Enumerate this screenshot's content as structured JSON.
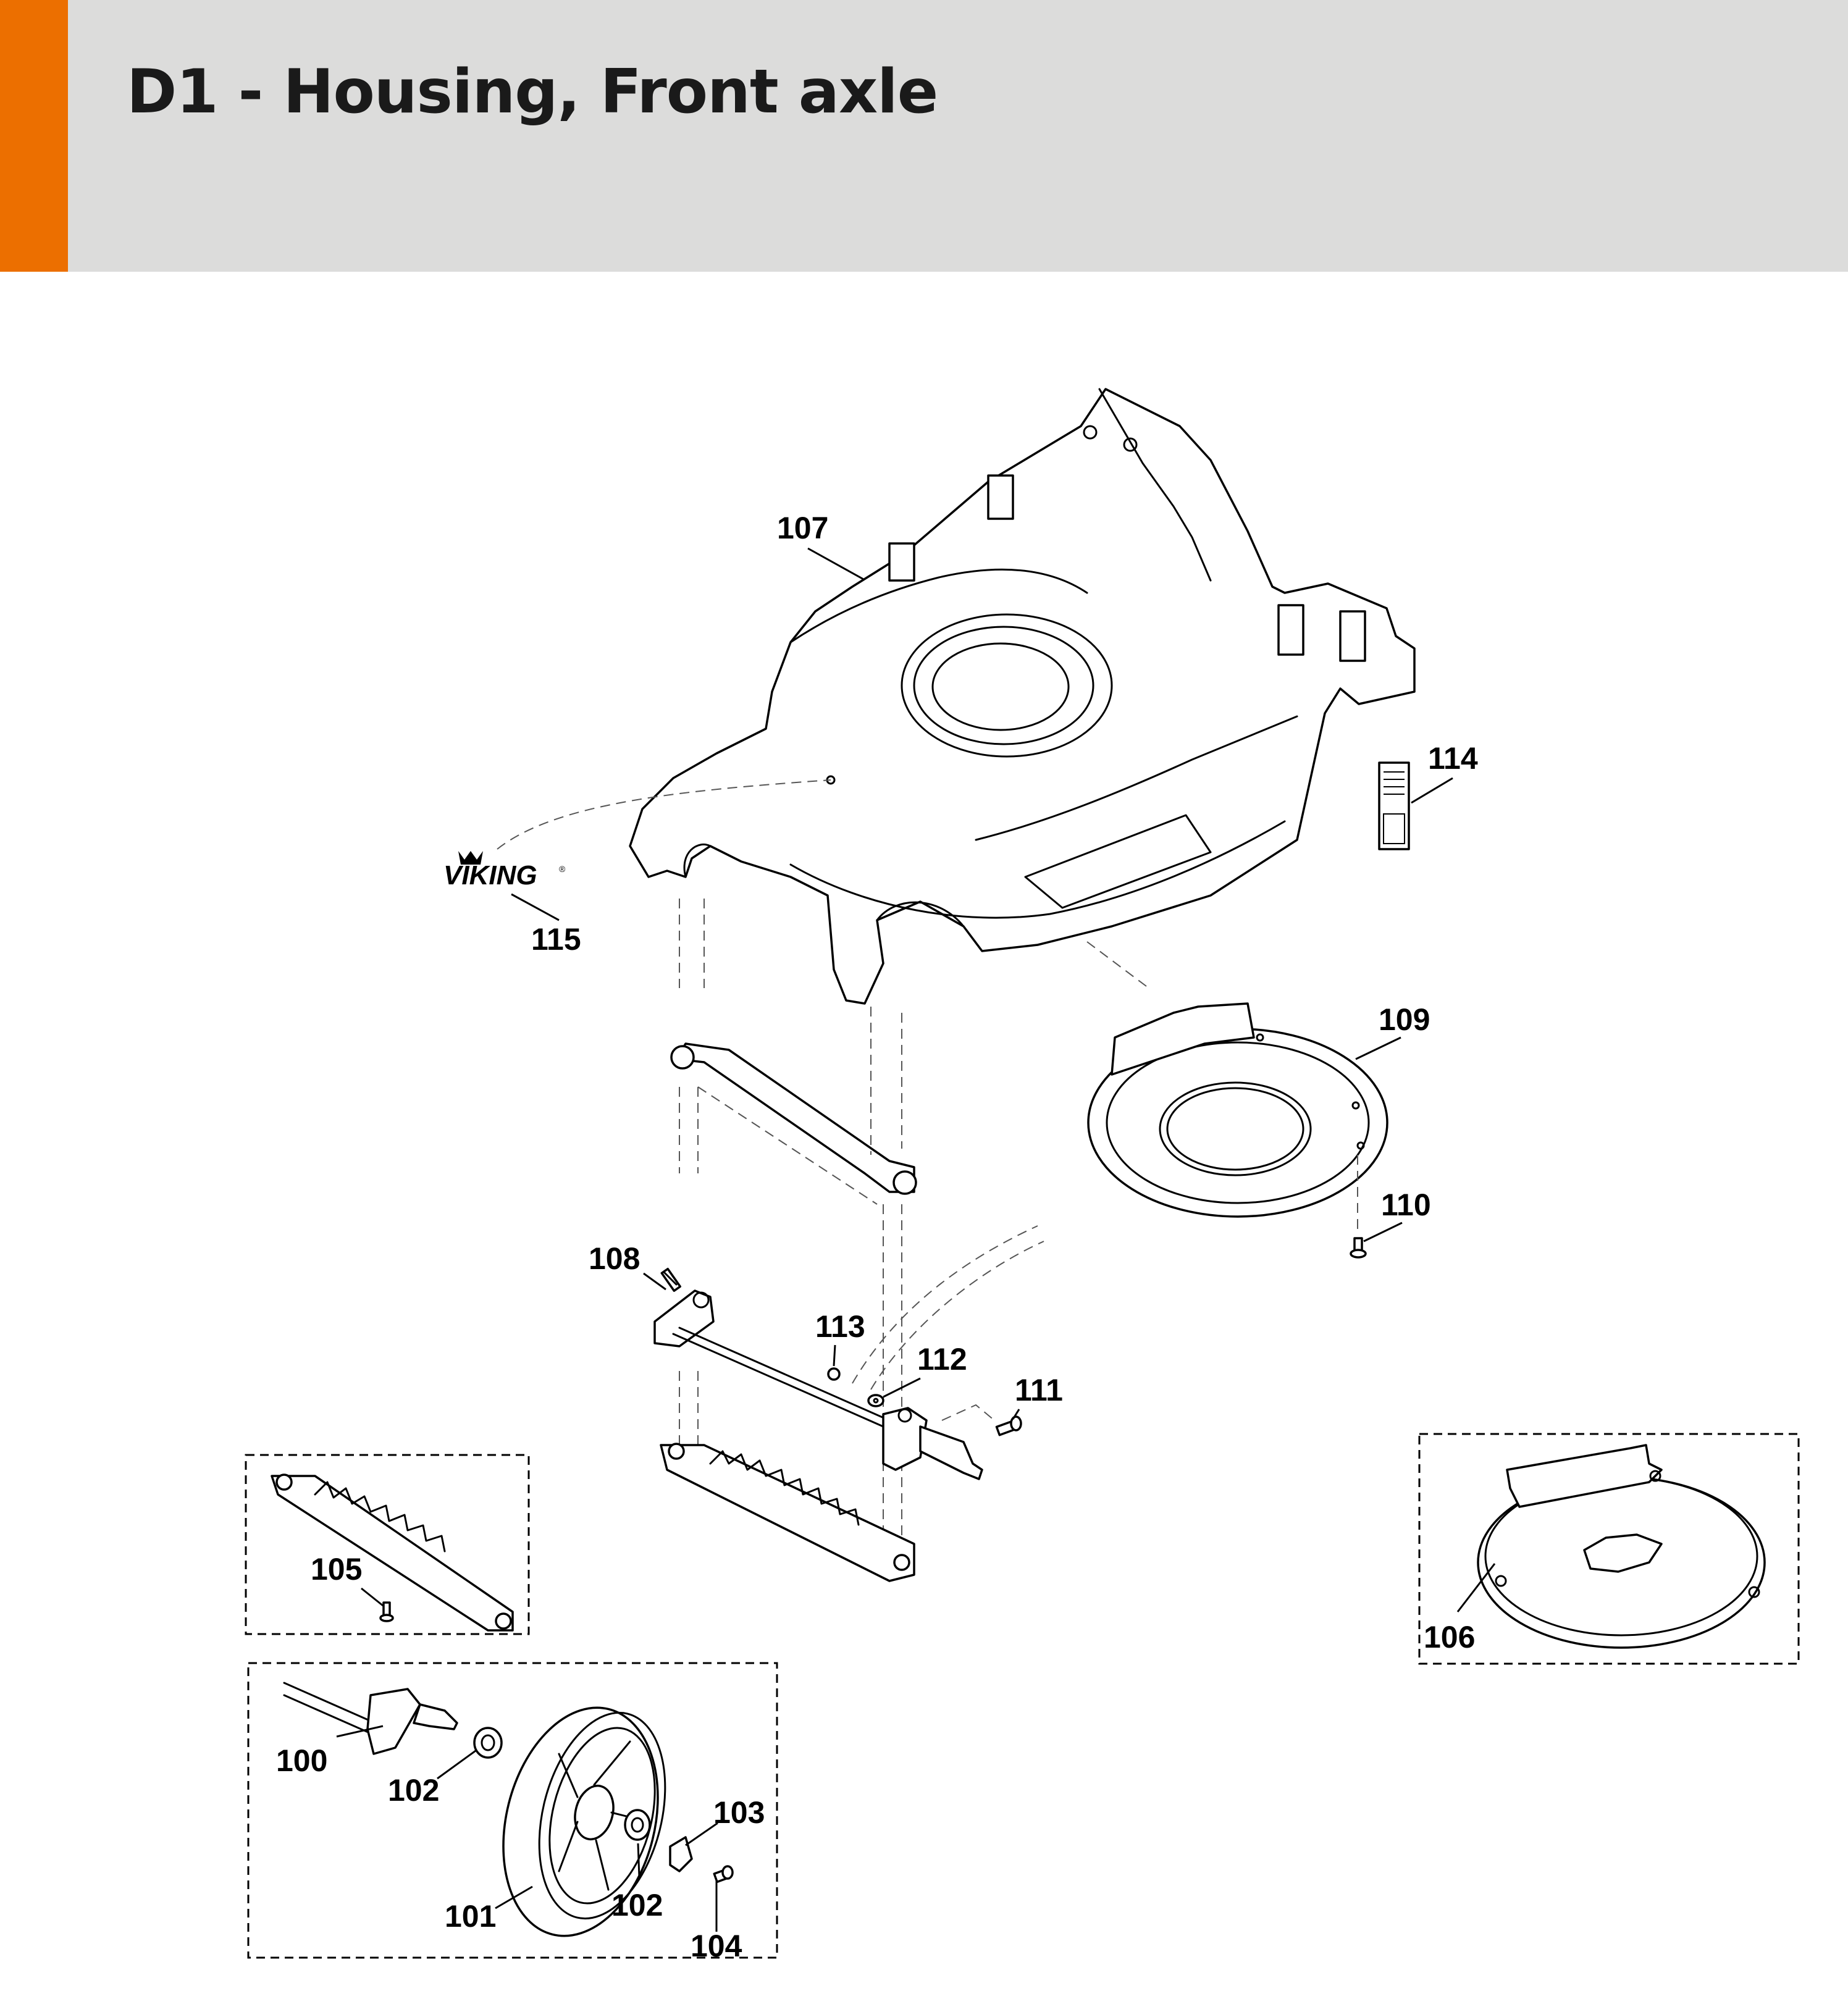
{
  "title": "D1 - Housing, Front axle",
  "colors": {
    "accent": "#ec6f00",
    "header_background": "#dcdcdb"
  },
  "logo_text": "VIKING",
  "parts": {
    "p100": "100",
    "p101": "101",
    "p102a": "102",
    "p102b": "102",
    "p103": "103",
    "p104": "104",
    "p105": "105",
    "p106": "106",
    "p107": "107",
    "p108": "108",
    "p109": "109",
    "p110": "110",
    "p111": "111",
    "p112": "112",
    "p113": "113",
    "p114": "114",
    "p115": "115"
  }
}
